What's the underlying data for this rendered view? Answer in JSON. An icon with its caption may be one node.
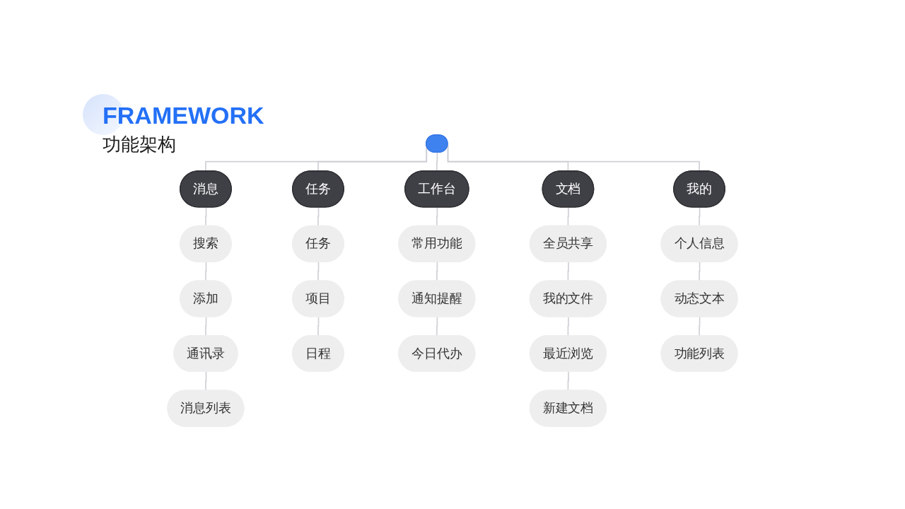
{
  "diagram": {
    "title": "FRAMEWORK",
    "nodes": [
      {
        "text": [],
        "shape": "pill"
      },
      {
        "text": [
          "消息"
        ]
      },
      {
        "text": [
          "任务"
        ]
      },
      {
        "text": [
          "工作台"
        ]
      },
      {
        "text": [
          "文档"
        ]
      },
      {
        "text": [
          "我的"
        ]
      },
      {
        "text": [
          "搜索"
        ]
      },
      {
        "text": [
          "添加"
        ]
      },
      {
        "text": [
          "通讯录"
        ]
      },
      {
        "text": [
          "消息列表"
        ]
      },
      {
        "text": [
          "任务"
        ]
      },
      {
        "text": [
          "项目"
        ]
      },
      {
        "text": [
          "日程"
        ]
      },
      {
        "text": [
          "常用功能"
        ]
      },
      {
        "text": [
          "通知提醒"
        ]
      },
      {
        "text": [
          "今日代办"
        ]
      },
      {
        "text": [
          "全员共享"
        ]
      },
      {
        "text": [
          "我的文件"
        ]
      },
      {
        "text": [
          "最近浏览"
        ]
      },
      {
        "text": [
          "新建文档"
        ]
      },
      {
        "text": [
          "个人信息"
        ]
      },
      {
        "text": [
          "动态文本"
        ]
      },
      {
        "text": [
          "功能列表"
        ]
      }
    ],
    "edges": [
      {
        "from": 0,
        "to": 1,
        "arrow": "none"
      },
      {
        "from": 0,
        "to": 2,
        "arrow": "none"
      },
      {
        "from": 0,
        "to": 3,
        "arrow": "none"
      },
      {
        "from": 0,
        "to": 4,
        "arrow": "none"
      },
      {
        "from": 0,
        "to": 5,
        "arrow": "none"
      },
      {
        "from": 1,
        "to": 6,
        "arrow": "none"
      },
      {
        "from": 6,
        "to": 7,
        "arrow": "none"
      },
      {
        "from": 7,
        "to": 8,
        "arrow": "none"
      },
      {
        "from": 8,
        "to": 9,
        "arrow": "none"
      },
      {
        "from": 2,
        "to": 10,
        "arrow": "none"
      },
      {
        "from": 10,
        "to": 11,
        "arrow": "none"
      },
      {
        "from": 11,
        "to": 12,
        "arrow": "none"
      },
      {
        "from": 3,
        "to": 13,
        "arrow": "none"
      },
      {
        "from": 13,
        "to": 14,
        "arrow": "none"
      },
      {
        "from": 14,
        "to": 15,
        "arrow": "none"
      },
      {
        "from": 4,
        "to": 16,
        "arrow": "none"
      },
      {
        "from": 16,
        "to": 17,
        "arrow": "none"
      },
      {
        "from": 17,
        "to": 18,
        "arrow": "none"
      },
      {
        "from": 18,
        "to": 19,
        "arrow": "none"
      },
      {
        "from": 5,
        "to": 20,
        "arrow": "none"
      },
      {
        "from": 20,
        "to": 21,
        "arrow": "none"
      },
      {
        "from": 21,
        "to": 22,
        "arrow": "none"
      }
    ],
    "labels": [
      "功能架构"
    ]
  }
}
